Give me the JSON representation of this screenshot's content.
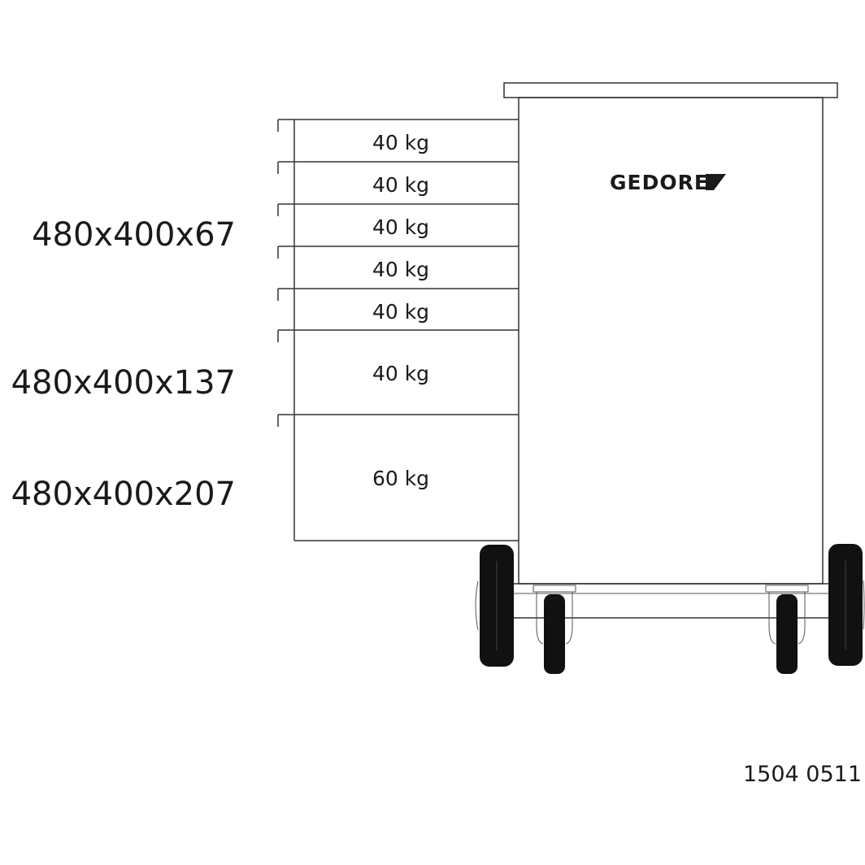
{
  "brand": {
    "logo_text": "GEDORE"
  },
  "drawer_dimensions": [
    "480x400x67",
    "480x400x137",
    "480x400x207"
  ],
  "drawer_loads": [
    "40 kg",
    "40 kg",
    "40 kg",
    "40 kg",
    "40 kg",
    "40 kg",
    "60 kg"
  ],
  "article_number": "1504 0511",
  "colors": {
    "line": "#333333",
    "tire": "#111111",
    "text": "#1a1a1a"
  }
}
